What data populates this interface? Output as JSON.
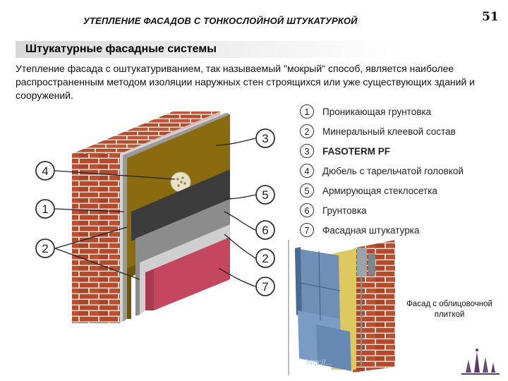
{
  "slide": {
    "title": "УТЕПЛЕНИЕ ФАСАДОВ С ТОНКОСЛОЙНОЙ ШТУКАТУРКОЙ",
    "page_number": "51"
  },
  "section": {
    "title": "Штукатурные фасадные системы",
    "intro": "Утепление фасада с оштукатуриванием, так называемый \"мокрый\" способ, является наиболее распространенным методом изоляции наружных стен строящихся или уже существующих зданий и сооружений."
  },
  "diagram": {
    "callouts_left": [
      "4",
      "1",
      "2"
    ],
    "callouts_right": [
      "3",
      "5",
      "6",
      "2",
      "7"
    ],
    "colors": {
      "brick": "#b54a2c",
      "mortar": "#e6d8c8",
      "insulation": "#8a6b10",
      "mesh_layer": "#3c3c3c",
      "grey_layer": "#8c8c8c",
      "primer_layer": "#bdbdbd",
      "plaster": "#c5475f",
      "callout_line": "#222222"
    }
  },
  "legend": [
    {
      "num": "1",
      "label": "Проникающая грунтовка",
      "bold": false
    },
    {
      "num": "2",
      "label": "Минеральный клеевой состав",
      "bold": false
    },
    {
      "num": "3",
      "label": "FASOTERM PF",
      "bold": true
    },
    {
      "num": "4",
      "label": "Дюбель с тарельчатой головкой",
      "bold": false
    },
    {
      "num": "5",
      "label": "Армирующая стеклосетка",
      "bold": false
    },
    {
      "num": "6",
      "label": "Грунтовка",
      "bold": false
    },
    {
      "num": "7",
      "label": "Фасадная штукатурка",
      "bold": false
    }
  ],
  "photo": {
    "caption": "Фасад с облицовочной плиткой",
    "watermark": "http://..."
  },
  "icons": {
    "logo": "university-logo-icon"
  }
}
